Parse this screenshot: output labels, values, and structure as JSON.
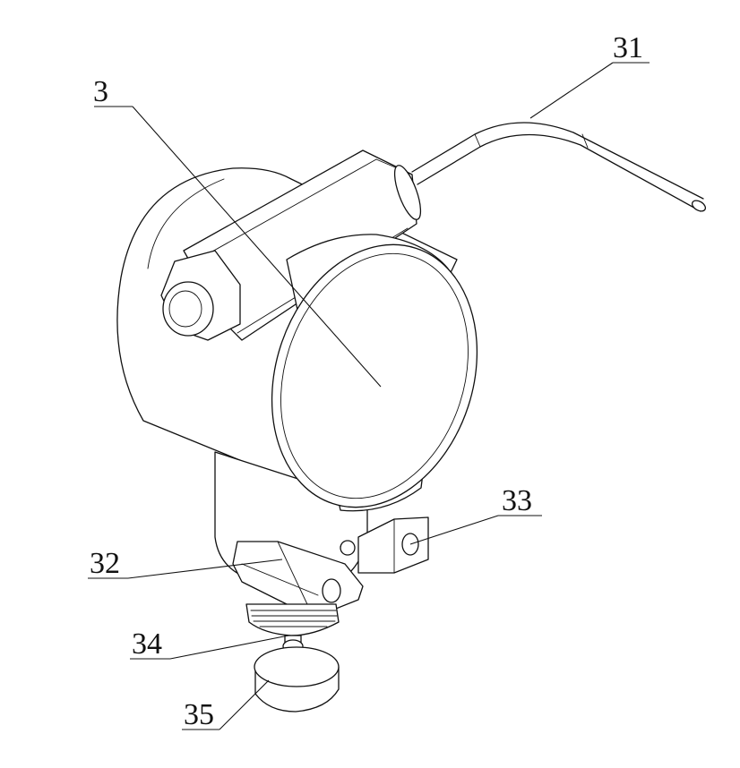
{
  "labels": {
    "body": "3",
    "cable": "31",
    "clamp_block": "32",
    "clamp_hole": "33",
    "thread": "34",
    "probe": "35"
  },
  "colors": {
    "line": "#111111",
    "background": "#ffffff"
  }
}
